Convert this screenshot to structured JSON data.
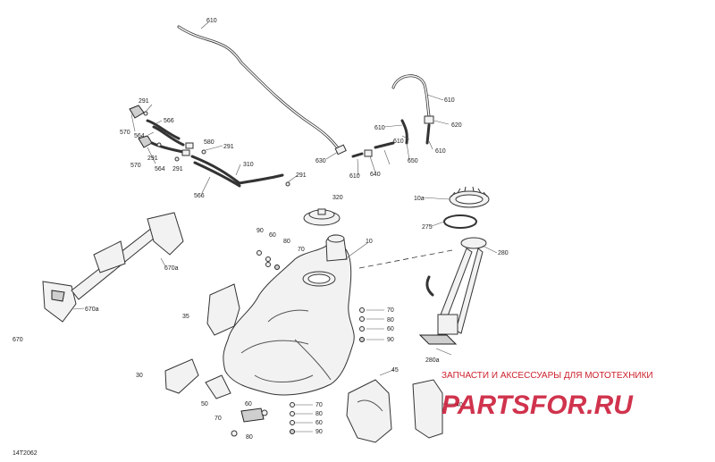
{
  "drawing_ref": "14T2062",
  "watermark": {
    "tagline": "ЗАПЧАСТИ И АКСЕССУАРЫ ДЛЯ МОТОТЕХНИКИ",
    "logo": "PARTSFOR.RU"
  },
  "callouts": [
    "610",
    "610",
    "620",
    "610",
    "610",
    "610",
    "650",
    "630",
    "640",
    "610",
    "291",
    "566",
    "570",
    "564",
    "570",
    "291",
    "564",
    "291",
    "580",
    "291",
    "310",
    "566",
    "291",
    "320",
    "10a",
    "275",
    "90",
    "60",
    "80",
    "70",
    "10",
    "280",
    "670",
    "670a",
    "670a",
    "35",
    "70",
    "80",
    "60",
    "90",
    "280a",
    "30",
    "50",
    "45",
    "40",
    "60",
    "70",
    "70",
    "80",
    "60",
    "90",
    "80"
  ],
  "colors": {
    "line": "#333333",
    "watermark": "#c8102e"
  }
}
